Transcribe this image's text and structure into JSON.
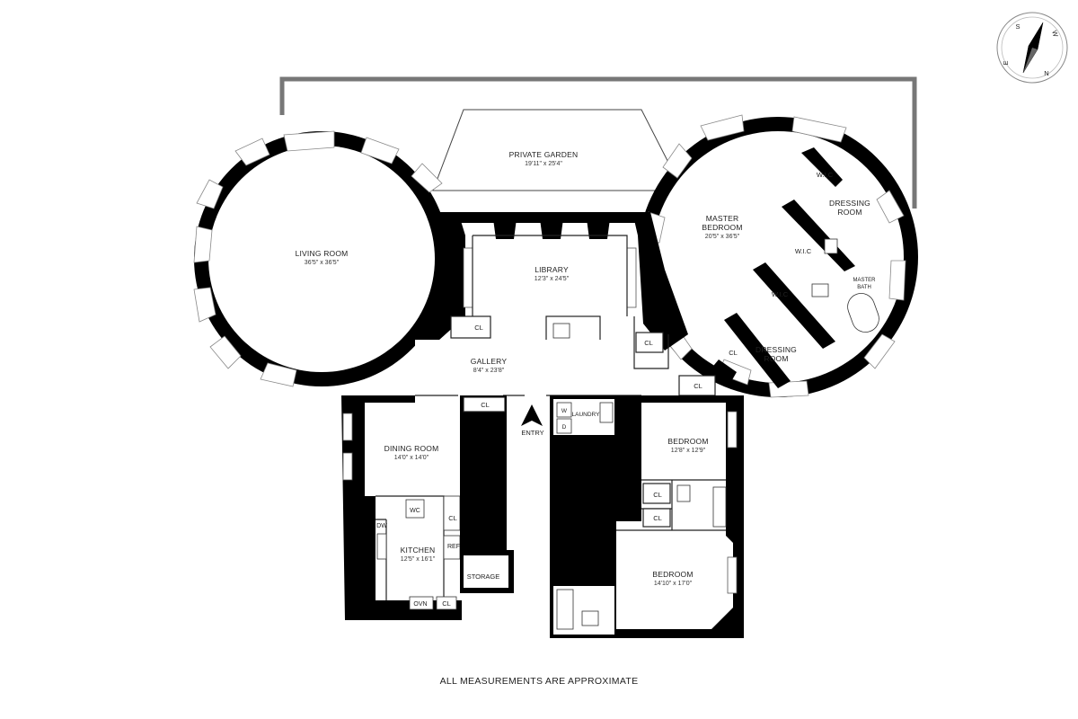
{
  "compass": {
    "s": "S",
    "w": "W",
    "e": "E",
    "n": "N"
  },
  "rooms": {
    "private_garden": {
      "name": "PRIVATE GARDEN",
      "dim": "19'11\" x 25'4\""
    },
    "living_room": {
      "name": "LIVING ROOM",
      "dim": "36'5\" x 36'5\""
    },
    "library": {
      "name": "LIBRARY",
      "dim": "12'3\" x 24'5\""
    },
    "master_bedroom": {
      "name": "MASTER BEDROOM",
      "line1": "MASTER",
      "line2": "BEDROOM",
      "dim": "20'5\" x 36'5\""
    },
    "gallery": {
      "name": "GALLERY",
      "dim": "8'4\" x 23'8\""
    },
    "dining_room": {
      "name": "DINING ROOM",
      "dim": "14'0\" x 14'0\""
    },
    "kitchen": {
      "name": "KITCHEN",
      "dim": "12'5\" x 16'1\""
    },
    "bedroom_1": {
      "name": "BEDROOM",
      "dim": "12'8\" x 12'9\""
    },
    "bedroom_2": {
      "name": "BEDROOM",
      "dim": "14'10\" x 17'0\""
    },
    "dressing_room_1": {
      "line1": "DRESSING",
      "line2": "ROOM"
    },
    "dressing_room_2": {
      "line1": "DRESSING",
      "line2": "ROOM"
    },
    "master_bath": {
      "line1": "MASTER",
      "line2": "BATH"
    }
  },
  "labels": {
    "wic": "W.I.C",
    "cl": "CL",
    "entry": "ENTRY",
    "laundry": "LAUNDRY",
    "storage": "STORAGE",
    "wc": "WC",
    "dw": "DW",
    "ref": "REF",
    "ovn": "OVN",
    "w": "W",
    "d": "D"
  },
  "footer": "ALL MEASUREMENTS ARE APPROXIMATE"
}
